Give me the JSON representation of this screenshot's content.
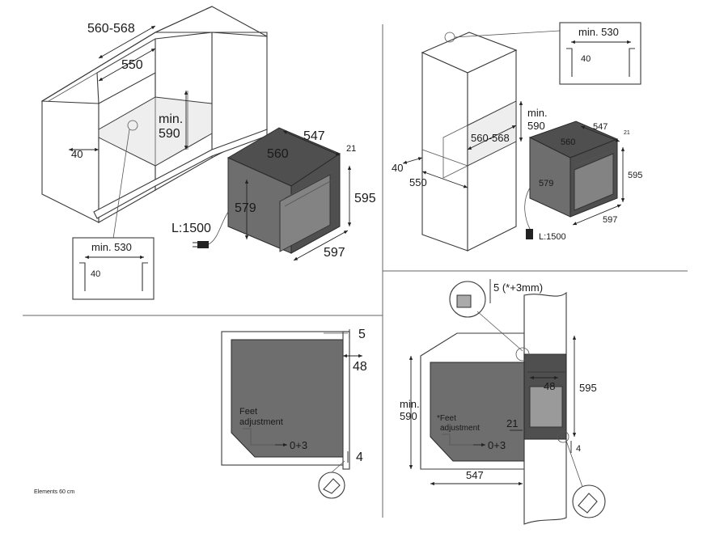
{
  "panel_top_left": {
    "cabinet_width": "560-568",
    "inner_width": "550",
    "min_height_top": "min.",
    "min_height_bottom": "590",
    "side_offset": "40",
    "oven_depth": "547",
    "oven_inner_width": "560",
    "front_thickness": "21",
    "oven_inner_height": "579",
    "oven_height": "595",
    "cable_length": "L:1500",
    "oven_width": "597",
    "detail_min": "min. 530",
    "detail_offset": "40"
  },
  "panel_top_right": {
    "detail_min": "min. 530",
    "detail_offset": "40",
    "min_height_top": "min.",
    "min_height_bottom": "590",
    "cabinet_width": "560-568",
    "side_offset": "40",
    "inner_width": "550",
    "oven_depth": "547",
    "oven_inner_width": "560",
    "front_thickness": "21",
    "oven_inner_height": "579",
    "oven_height": "595",
    "oven_width": "597",
    "cable_length": "L:1500"
  },
  "panel_bottom_left": {
    "gap_top": "5",
    "door_offset": "48",
    "feet_label_1": "Feet",
    "feet_label_2": "adjustment",
    "feet_range": "0+3",
    "gap_bottom": "4",
    "caption": "Elements 60 cm"
  },
  "panel_bottom_right": {
    "gap_top": "5 (*+3mm)",
    "door_offset": "48",
    "height": "595",
    "min_label_1": "min.",
    "min_label_2": "590",
    "feet_label_1": "*Feet",
    "feet_label_2": "adjustment",
    "front_thickness": "21",
    "feet_range": "0+3",
    "gap_bottom": "4",
    "depth": "547"
  }
}
